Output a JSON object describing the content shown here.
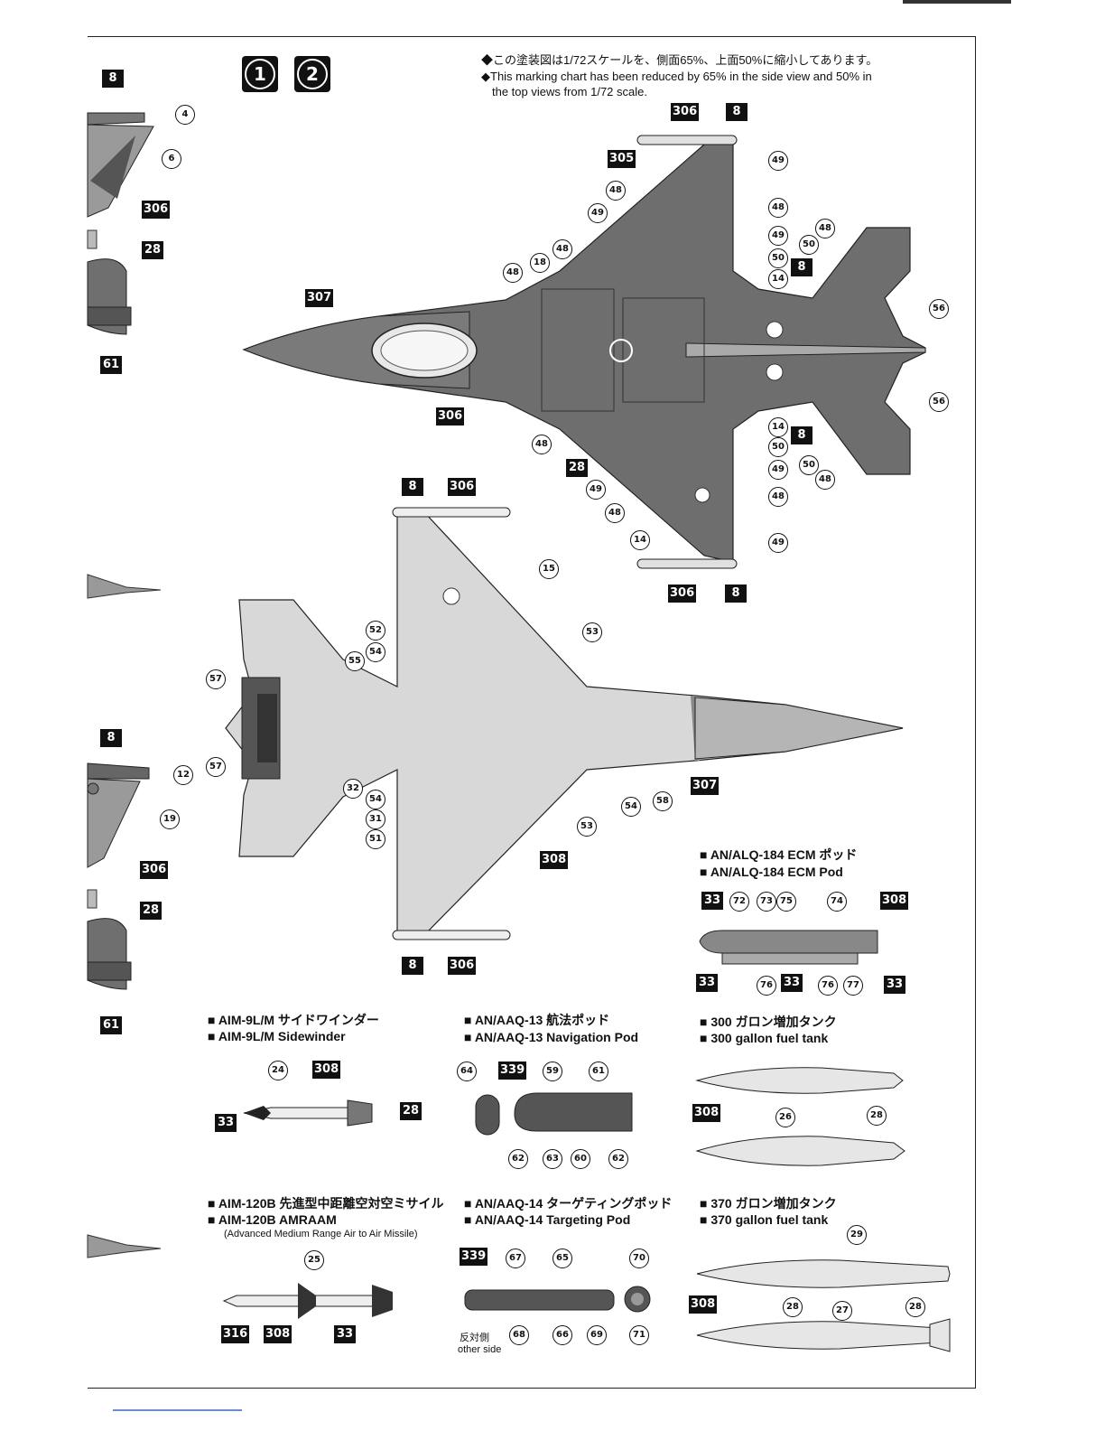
{
  "badges": [
    "1",
    "2"
  ],
  "note": {
    "line_jp": "◆この塗装図は1/72スケールを、側面65%、上面50%に縮小してあります。",
    "line_en1": "◆This marking chart has been reduced by 65% in the side view and 50% in",
    "line_en2": "the top views from 1/72 scale."
  },
  "callouts": {
    "sq": {
      "s8a": "8",
      "s306a": "306",
      "s28a": "28",
      "s61a": "61",
      "s8b": "8",
      "s306b": "306",
      "s28b": "28",
      "s61b": "61",
      "t306a": "306",
      "t8a": "8",
      "t305": "305",
      "t307": "307",
      "t8b": "8",
      "t306b": "306",
      "t8c": "8",
      "t28": "28",
      "t306c": "306",
      "t8d": "8",
      "b8a": "8",
      "b306a": "306",
      "b307": "307",
      "b308": "308",
      "b8b": "8",
      "b306b": "306",
      "e33a": "33",
      "e308": "308",
      "e33b": "33",
      "e33c": "33",
      "e33d": "33",
      "a33": "33",
      "a308": "308",
      "a28": "28",
      "n339": "339",
      "f308": "308",
      "m316": "316",
      "m308": "308",
      "m33": "33",
      "g339": "339",
      "k308": "308"
    },
    "ci": {
      "c4": "4",
      "c6": "6",
      "c12": "12",
      "c19": "19",
      "t49a": "49",
      "t48a": "48",
      "t49b": "49",
      "t48b": "48",
      "t49c": "49",
      "t48c": "48",
      "t18": "18",
      "t48d": "48",
      "t50a": "50",
      "t48e": "48",
      "t50b": "50",
      "t14a": "14",
      "t56a": "56",
      "t56b": "56",
      "t14b": "14",
      "t50c": "50",
      "t49d": "49",
      "t50d": "50",
      "t48f": "48",
      "t48g": "48",
      "t49e": "49",
      "t48h": "48",
      "t48i": "48",
      "t14c": "14",
      "t49f": "49",
      "b15": "15",
      "b52": "52",
      "b54a": "54",
      "b55": "55",
      "b57a": "57",
      "b53a": "53",
      "b57b": "57",
      "b32": "32",
      "b54b": "54",
      "b31": "31",
      "b51": "51",
      "b53b": "53",
      "b54c": "54",
      "b58": "58",
      "e72": "72",
      "e73": "73",
      "e75": "75",
      "e74": "74",
      "e76a": "76",
      "e76b": "76",
      "e77": "77",
      "a24": "24",
      "n64": "64",
      "n59": "59",
      "n61": "61",
      "n62a": "62",
      "n63": "63",
      "n60": "60",
      "n62b": "62",
      "f26": "26",
      "f28": "28",
      "m25": "25",
      "g67": "67",
      "g65": "65",
      "g70": "70",
      "g68": "68",
      "g66": "66",
      "g69": "69",
      "g71": "71",
      "k29": "29",
      "k27": "27",
      "k28a": "28",
      "k28b": "28"
    }
  },
  "sections": {
    "ecm": {
      "jp": "■ AN/ALQ-184 ECM ポッド",
      "en": "■ AN/ALQ-184 ECM Pod"
    },
    "aim9": {
      "jp": "■ AIM-9L/M サイドワインダー",
      "en": "■ AIM-9L/M Sidewinder"
    },
    "aaq13": {
      "jp": "■ AN/AAQ-13 航法ポッド",
      "en": "■ AN/AAQ-13 Navigation Pod"
    },
    "tank300": {
      "jp": "■ 300 ガロン増加タンク",
      "en": "■ 300 gallon fuel tank"
    },
    "aim120": {
      "jp": "■ AIM-120B 先進型中距離空対空ミサイル",
      "en": "■ AIM-120B AMRAAM",
      "sub": "(Advanced Medium Range Air to Air Missile)"
    },
    "aaq14": {
      "jp": "■ AN/AAQ-14 ターゲティングポッド",
      "en": "■ AN/AAQ-14 Targeting Pod",
      "other_jp": "反対側",
      "other_en": "other side"
    },
    "tank370": {
      "jp": "■ 370 ガロン増加タンク",
      "en": "■ 370 gallon fuel tank"
    }
  }
}
